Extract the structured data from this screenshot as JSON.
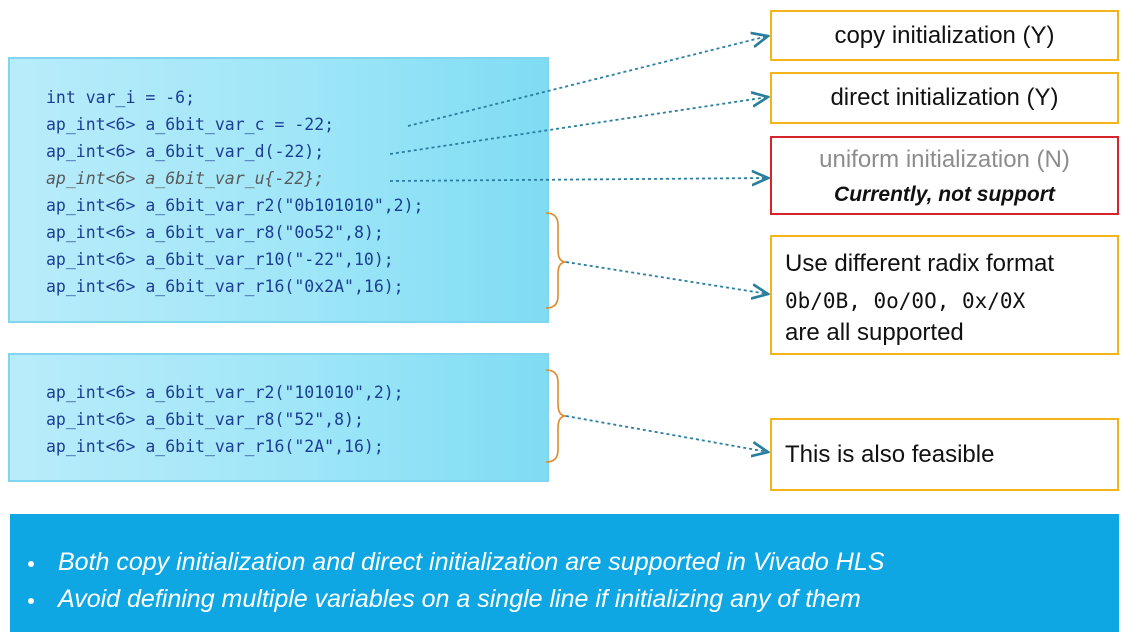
{
  "code_block_1": [
    "int var_i = -6;",
    "ap_int<6> a_6bit_var_c = -22;",
    "ap_int<6> a_6bit_var_d(-22);",
    "ap_int<6> a_6bit_var_u{-22};",
    "ap_int<6> a_6bit_var_r2(\"0b101010\",2);",
    "ap_int<6> a_6bit_var_r8(\"0o52\",8);",
    "ap_int<6> a_6bit_var_r10(\"-22\",10);",
    "ap_int<6> a_6bit_var_r16(\"0x2A\",16);"
  ],
  "code_block_2": [
    "ap_int<6> a_6bit_var_r2(\"101010\",2);",
    "ap_int<6> a_6bit_var_r8(\"52\",8);",
    "ap_int<6> a_6bit_var_r16(\"2A\",16);"
  ],
  "notes": {
    "copy": "copy initialization (Y)",
    "direct": "direct initialization (Y)",
    "uniform_title": "uniform initialization (N)",
    "uniform_sub": "Currently, not support",
    "radix_line1": "Use different radix format",
    "radix_line2": "0b/0B, 0o/0O, 0x/0X",
    "radix_line3": "are all supported",
    "feasible": "This is also feasible"
  },
  "summary": [
    "Both copy initialization and direct initialization are supported in Vivado HLS",
    "Avoid defining multiple variables on a single line if initializing any of them"
  ],
  "colors": {
    "code_text": "#1b3e93",
    "note_border": "#f2b419",
    "unsupported_border": "#d6242b",
    "summary_bg": "#0ea7e4",
    "arrow": "#2a7f9e",
    "bracket": "#e08a2c"
  }
}
